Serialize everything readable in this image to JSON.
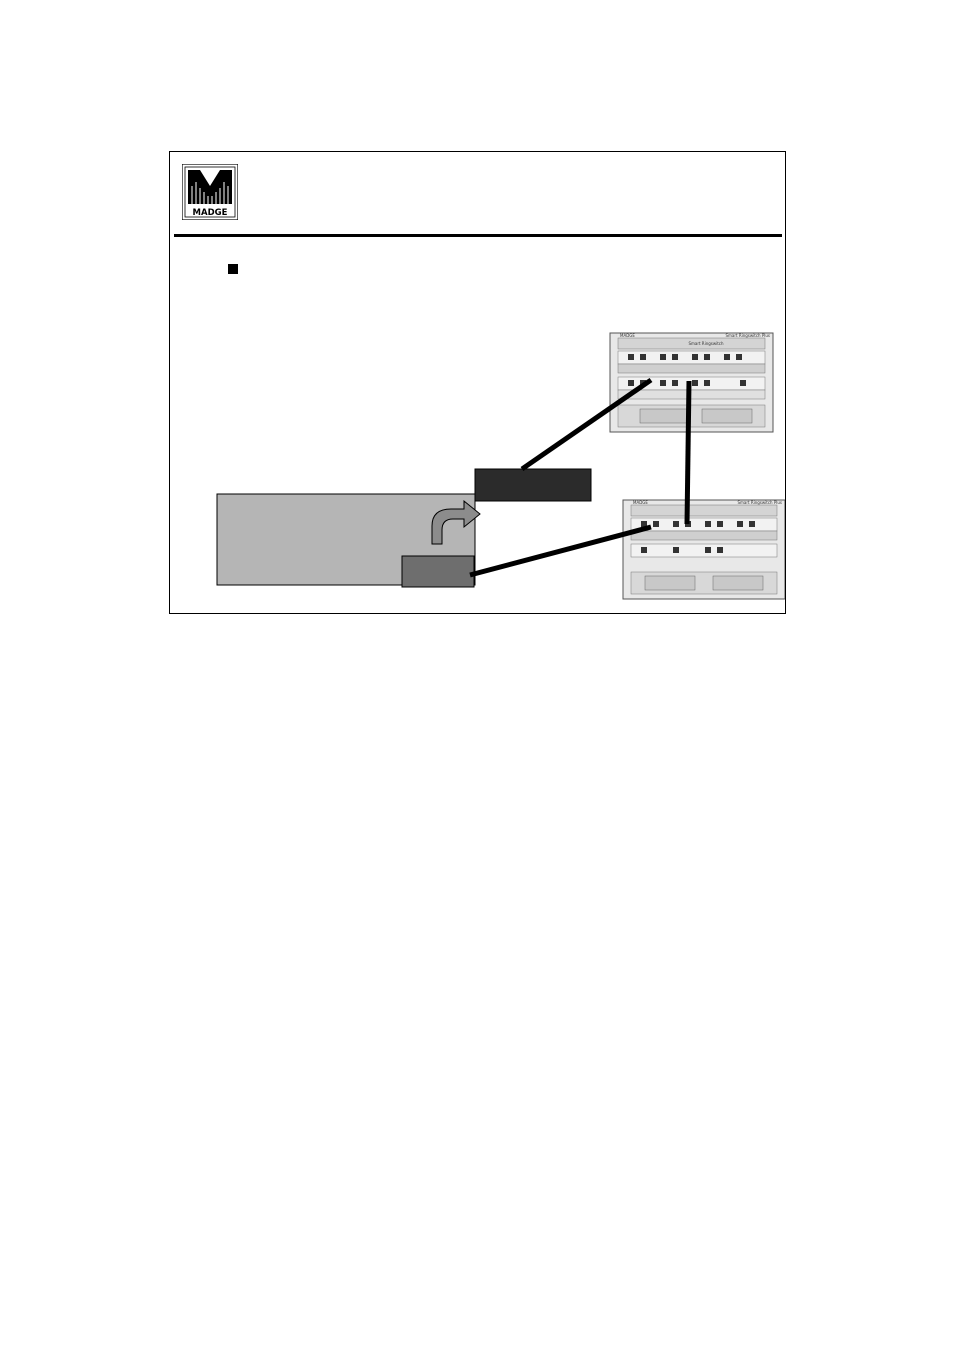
{
  "logo": {
    "text": "MADGE"
  },
  "slide": {
    "bullet_text": ""
  },
  "devices": [
    {
      "brand": "MADGE",
      "model": "Smart Ringswitch Plus",
      "panel": "Smart Ringswitch"
    },
    {
      "brand": "MADGE",
      "model": "Smart Ringswitch Plus",
      "panel": ""
    }
  ],
  "icons": {
    "logo": "madge-logo",
    "bullet": "square-bullet",
    "arrow": "curved-arrow-icon"
  },
  "colors": {
    "host_box": "#b5b5b5",
    "adapter_box": "#6e6e6e",
    "dark_box": "#2b2b2b",
    "line": "#000000"
  }
}
